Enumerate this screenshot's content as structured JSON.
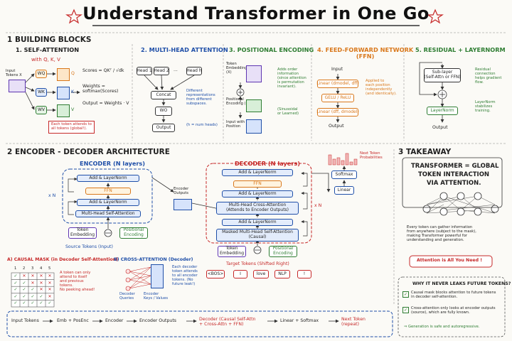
{
  "title": "Understand Transformer in One Go",
  "colors": {
    "red": "#c62828",
    "blue": "#1f4fa8",
    "green": "#2e7d32",
    "orange": "#d9771a",
    "purple": "#5e35b1"
  },
  "section1": {
    "label": "1 BUILDING BLOCKS",
    "self_attention": {
      "title": "1. SELF-ATTENTION",
      "subtitle": "with Q, K, V",
      "input_label": "Input\nTokens X",
      "wq": "WQ",
      "wk": "WK",
      "wv": "WV",
      "q": "Q",
      "k": "K",
      "v": "V",
      "scores": "Scores = QKᵀ / √dk",
      "weights": "Weights =\nsoftmax(Scores)",
      "output": "Output = Weights · V",
      "note": "Each token attends to\nall tokens (global!)."
    },
    "multi_head": {
      "title": "2. MULTI-HEAD ATTENTION",
      "head1": "Head 1",
      "head2": "Head 2",
      "dots": "...",
      "headh": "Head h",
      "concat": "Concat",
      "wo": "WO",
      "output": "Output",
      "note": "Different\nrepresentations\nfrom different\nsubspaces.",
      "heads_note": "(h = num heads)"
    },
    "positional": {
      "title": "3. POSITIONAL ENCODING",
      "token_emb": "Token\nEmbeddings\n(X)",
      "pe": "Positional\nEncoding (PE)",
      "input_pos": "Input with\nPosition",
      "note": "Adds order\ninformation\n(since attention\nis permutation\ninvariant).",
      "note2": "(Sinusoidal\nor Learned)"
    },
    "ffn": {
      "title": "4. FEED-FORWARD NETWORK\n(FFN)",
      "input": "Input",
      "linear1": "Linear (dmodel, dff)",
      "act": "GELU / ReLU",
      "linear2": "Linear (dff, dmodel)",
      "output": "Output",
      "note": "Applied to\neach position\nindependently\n(and identically)."
    },
    "residual": {
      "title": "5. RESIDUAL + LAYERNORM",
      "sublayer": "Sub-layer\n(Self-Attn or FFN)",
      "plus": "+",
      "layernorm": "LayerNorm",
      "output": "Output",
      "note": "Residual\nconnection\nhelps gradient\nflow.",
      "note2": "LayerNorm\nstabilizes\ntraining."
    }
  },
  "section2": {
    "label": "2 ENCODER - DECODER ARCHITECTURE",
    "encoder": {
      "title": "ENCODER (N layers)",
      "add_norm_top": "Add & LayerNorm",
      "ffn": "FFN",
      "add_norm_bottom": "Add & LayerNorm",
      "mhsa": "Multi-Head Self-Attention",
      "xn": "x N",
      "token_emb": "Token\nEmbedding",
      "pos_enc": "Positional\nEncoding",
      "source": "Source Tokens (Input)"
    },
    "encoder_outputs": "Encoder\nOutputs",
    "decoder": {
      "title": "DECODER (N layers)",
      "add_norm_1": "Add & LayerNorm",
      "ffn": "FFN",
      "add_norm_2": "Add & LayerNorm",
      "cross": "Multi-Head Cross-Attention\n(Attends to Encoder Outputs)",
      "add_norm_3": "Add & LayerNorm",
      "masked": "Masked Multi-Head Self-Attention\n(Causal)",
      "xn": "x N",
      "token_emb": "Token\nEmbedding",
      "pos_enc": "Positional\nEncoding",
      "target": "Target Tokens (Shifted Right)",
      "tokens": [
        "<BOS>",
        "I",
        "love",
        "NLP",
        "!"
      ]
    },
    "output_head": {
      "next_token": "Next Token\nProbabilities",
      "softmax": "Softmax",
      "linear": "Linear"
    },
    "causal_mask": {
      "title": "A) CAUSAL MASK (in Decoder Self-Attention)",
      "cols": [
        "1",
        "2",
        "3",
        "4",
        "5"
      ],
      "note": "A token can only\nattend to itself\nand previous\ntokens.\nNo peeking ahead!"
    },
    "cross_attention": {
      "title": "B) CROSS-ATTENTION (Decoder)",
      "queries": "Decoder\nQueries",
      "keys": "Encoder\nKeys / Values",
      "note": "Each decoder\ntoken attends\nto all encoder\ntokens. (No\nfuture leak!)"
    },
    "flow": {
      "input": "Input Tokens",
      "emb": "Emb + PosEnc",
      "encoder": "Encoder",
      "enc_out": "Encoder Outputs",
      "decoder": "Decoder (Causal Self-Attn\n+ Cross-Attn + FFN)",
      "linear": "Linear + Softmax",
      "next": "Next Token\n(repeat)"
    }
  },
  "section3": {
    "label": "3 TAKEAWAY",
    "headline_1": "TRANSFORMER = GLOBAL",
    "headline_2": "TOKEN INTERACTION",
    "headline_3": "VIA ATTENTION.",
    "desc": "Every token can gather information\nfrom anywhere (subject to the mask),\nmaking Transformer powerful for\nunderstanding and generation.",
    "banner": "Attention is All You Need !",
    "why_title": "WHY IT NEVER LEAKS FUTURE TOKENS?",
    "why_1": "Causal mask blocks attention to future tokens\nin decoder self-attention.",
    "why_2": "Cross-attention only looks at encoder outputs\n(source), which are fully known.",
    "conclusion": "⇒ Generation is safe and autoregressive."
  }
}
